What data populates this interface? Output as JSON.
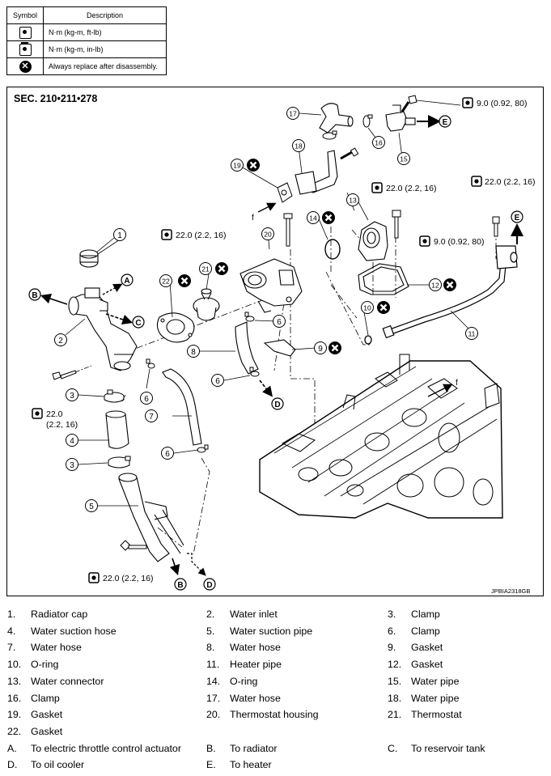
{
  "symbol_table": {
    "header_symbol": "Symbol",
    "header_description": "Description",
    "rows": [
      {
        "icon": "torque-wrench-icon",
        "description": "N·m (kg-m, ft-lb)"
      },
      {
        "icon": "torque-wrench-inlb-icon",
        "description": "N·m (kg-m, in-lb)"
      },
      {
        "icon": "replace-x-icon",
        "description": "Always replace after disassembly."
      }
    ]
  },
  "diagram": {
    "section": "SEC. 210•211•278",
    "code": "JPBIA2318GB",
    "torques": {
      "t1": "9.0 (0.92, 80)",
      "t2": "22.0 (2.2, 16)",
      "t3": "22.0 (2.2, 16)",
      "t4": "22.0 (2.2, 16)",
      "t5": "9.0 (0.92, 80)",
      "t6a": "22.0",
      "t6b": "(2.2, 16)",
      "t7": "22.0 (2.2, 16)"
    },
    "callouts": {
      "n1": "1",
      "n2": "2",
      "n3a": "3",
      "n3b": "3",
      "n4": "4",
      "n5": "5",
      "n6a": "6",
      "n6b": "6",
      "n6c": "6",
      "n6d": "6",
      "n7": "7",
      "n8": "8",
      "n9": "9",
      "n10": "10",
      "n11": "11",
      "n12": "12",
      "n13": "13",
      "n14": "14",
      "n15": "15",
      "n16": "16",
      "n17": "17",
      "n18": "18",
      "n19": "19",
      "n20": "20",
      "n21": "21",
      "n22": "22"
    },
    "letters": {
      "A": "A",
      "B": "B",
      "C": "C",
      "D": "D",
      "E1": "E",
      "E2": "E",
      "B2": "B",
      "D2": "D",
      "f1": "f",
      "f2": "f"
    }
  },
  "legend": {
    "rows": [
      [
        {
          "n": "1.",
          "t": "Radiator cap"
        },
        {
          "n": "2.",
          "t": "Water inlet"
        },
        {
          "n": "3.",
          "t": "Clamp"
        }
      ],
      [
        {
          "n": "4.",
          "t": "Water suction hose"
        },
        {
          "n": "5.",
          "t": "Water suction pipe"
        },
        {
          "n": "6.",
          "t": "Clamp"
        }
      ],
      [
        {
          "n": "7.",
          "t": "Water hose"
        },
        {
          "n": "8.",
          "t": "Water hose"
        },
        {
          "n": "9.",
          "t": "Gasket"
        }
      ],
      [
        {
          "n": "10.",
          "t": "O-ring"
        },
        {
          "n": "11.",
          "t": "Heater pipe"
        },
        {
          "n": "12.",
          "t": "Gasket"
        }
      ],
      [
        {
          "n": "13.",
          "t": "Water connector"
        },
        {
          "n": "14.",
          "t": "O-ring"
        },
        {
          "n": "15.",
          "t": "Water pipe"
        }
      ],
      [
        {
          "n": "16.",
          "t": "Clamp"
        },
        {
          "n": "17.",
          "t": "Water hose"
        },
        {
          "n": "18.",
          "t": "Water pipe"
        }
      ],
      [
        {
          "n": "19.",
          "t": "Gasket"
        },
        {
          "n": "20.",
          "t": "Thermostat housing"
        },
        {
          "n": "21.",
          "t": "Thermostat"
        }
      ],
      [
        {
          "n": "22.",
          "t": "Gasket"
        },
        {
          "n": "",
          "t": ""
        },
        {
          "n": "",
          "t": ""
        }
      ],
      [
        {
          "n": "A.",
          "t": "To electric throttle control actuator"
        },
        {
          "n": "B.",
          "t": "To radiator"
        },
        {
          "n": "C.",
          "t": "To reservoir tank"
        }
      ],
      [
        {
          "n": "D.",
          "t": "To oil cooler"
        },
        {
          "n": "E.",
          "t": "To heater"
        },
        {
          "n": "",
          "t": ""
        }
      ]
    ]
  }
}
